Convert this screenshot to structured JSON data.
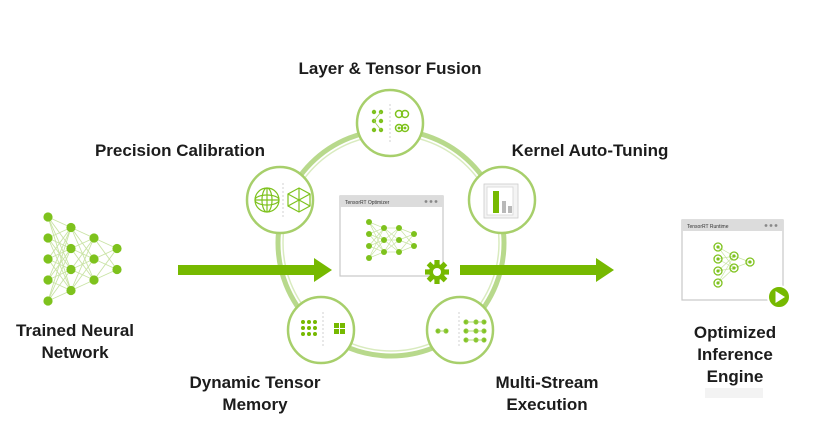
{
  "labels": {
    "trained_network": [
      "Trained Neural",
      "Network"
    ],
    "layer_tensor_fusion": "Layer & Tensor Fusion",
    "precision_calibration": "Precision Calibration",
    "kernel_auto_tuning": "Kernel Auto-Tuning",
    "dynamic_tensor_memory": [
      "Dynamic Tensor",
      "Memory"
    ],
    "multi_stream_execution": [
      "Multi-Stream",
      "Execution"
    ],
    "optimized_engine": [
      "Optimized",
      "Inference",
      "Engine"
    ]
  },
  "windows": {
    "optimizer_title": "TensorRT Optimizer",
    "runtime_title": "TensorRT Runtime"
  },
  "colors": {
    "accent": "#76b900",
    "ring": "#a7cf6b",
    "node": "#7ec21d",
    "arrow": "#76b900",
    "text": "#1c1c1c"
  },
  "icons": {
    "optimizer_gear": "gear-icon",
    "play_button": "play-icon"
  }
}
